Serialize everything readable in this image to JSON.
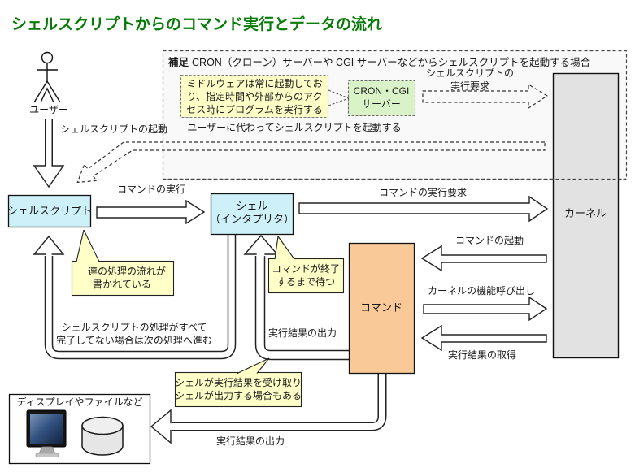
{
  "title": "シェルスクリプトからのコマンド実行とデータの流れ",
  "colors": {
    "title_green": "#067c06",
    "node_cyan": "#cdf0f9",
    "node_orange": "#fac998",
    "note_yellow": "#ffffc8",
    "cron_green": "#daf2c8",
    "kernel_gray": "#e2e2e2"
  },
  "nodes": {
    "user": "ユーザー",
    "shell_script": "シェルスクリプト",
    "shell_lines": [
      "シェル",
      "（インタプリタ）"
    ],
    "kernel": "カーネル",
    "command": "コマンド",
    "display": "ディスプレイやファイルなど"
  },
  "supplement": {
    "heading_prefix": "補足",
    "heading": "CRON（クローン）サーバーや CGI サーバーなどからシェルスクリプトを起動する場合",
    "middleware_note_lines": [
      "ミドルウェアは常に起動してお",
      "り、指定時間や外部からのアク",
      "セス時にプログラムを実行する"
    ],
    "cron_box_lines": [
      "CRON・CGI",
      "サーバー"
    ],
    "exec_request_lines": [
      "シェルスクリプトの",
      "実行要求"
    ],
    "proxy_label": "ユーザーに代わってシェルスクリプトを起動する"
  },
  "flow_labels": {
    "script_launch": "シェルスクリプトの起動",
    "command_exec": "コマンドの実行",
    "command_exec_request": "コマンドの実行要求",
    "command_start": "コマンドの起動",
    "kernel_call": "カーネルの機能呼び出し",
    "result_get": "実行結果の取得",
    "result_output_shell": "実行結果の出力",
    "result_output_display": "実行結果の出力",
    "loop_note_lines": [
      "シェルスクリプトの処理がすべて",
      "完了してない場合は次の処理へ進む"
    ]
  },
  "callouts": {
    "script_note_lines": [
      "一連の処理の流れが",
      "書かれている"
    ],
    "wait_note_lines": [
      "コマンドが終了",
      "するまで待つ"
    ],
    "output_note_lines": [
      "シェルが実行結果を受け取り",
      "シェルが出力する場合もある"
    ]
  }
}
